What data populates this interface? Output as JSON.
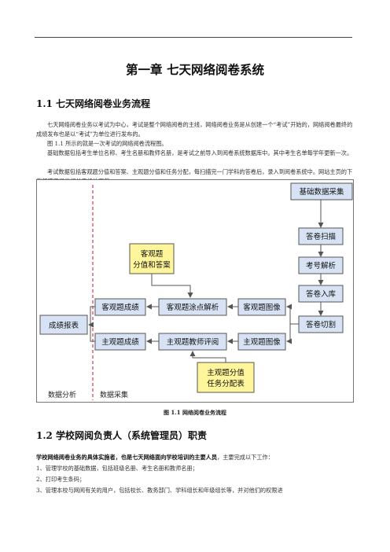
{
  "chapter_title": "第一章  七天网络阅卷系统",
  "section1": {
    "heading": "1.1  七天网络阅卷业务流程",
    "paragraphs": [
      "七天网络阅卷业务以考试为中心，考试是整个网络阅卷的主线，网络阅卷业务是从创建一个“考试”开始的，网络阅卷最终的成绩发布也是以“考试”为单位进行发布的。",
      "图 1.1 所示的就是一次考试的网络阅卷流程图。",
      "基础数据包括考生单位名称、考生名册和教师名册，是考试之前导入到阅卷系统数据库中。其中考生名单每学年更新一次。",
      "考试数据包括客观题分值和答案、主观题分值和任务分配，每扫描完一门学科的答卷后，录入到阅卷系统中。网站主页的下载频道里提供相关表格的下载。"
    ]
  },
  "flowchart": {
    "boxes": {
      "base_data": "基础数据采集",
      "scan": "答卷扫描",
      "exam_no": "考号解析",
      "store": "答卷入库",
      "cut": "答卷切割",
      "obj_image": "客观题图像",
      "subj_image": "主观题图像",
      "obj_parse": "客观题涂点解析",
      "subj_review": "主观题教师评阅",
      "obj_score": "客观题成绩",
      "subj_score": "主观题成绩",
      "report": "成绩报表",
      "obj_answer_l1": "客观题",
      "obj_answer_l2": "分值和答案",
      "subj_task_l1": "主观题分值",
      "subj_task_l2": "任务分配表"
    },
    "regions": {
      "left": "数据分析",
      "right": "数据采集"
    },
    "colors": {
      "blue_fill": "#d7e3f4",
      "yellow_fill": "#fff59a",
      "border": "#555555",
      "divider": "#e0455a"
    }
  },
  "caption": "图 1.1  网络阅卷业务流程",
  "section2": {
    "heading": "1.2  学校网阅负责人（系统管理员）职责",
    "intro_bold": "学校网络阅卷业务的具体实施者，也是七天网络面向学校培训的主要人员",
    "intro_rest": "，主要完成以下工作：",
    "items": [
      "1、管理学校的基础数据，包括班级名册、考生名册和教师名册；",
      "2、打印考生条码；",
      "3、管理本校与网阅有关的用户，包括校长、教务部门、学科组长和年级组长等，并对他们的权限进"
    ]
  }
}
